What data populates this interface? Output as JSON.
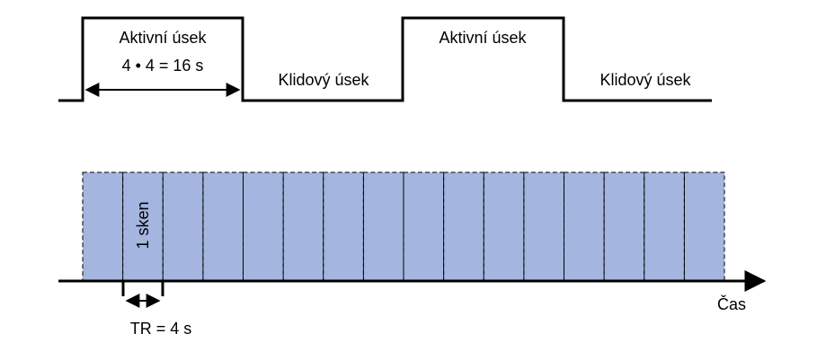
{
  "colors": {
    "scan_fill": "#a4b6e0",
    "line": "#000000",
    "background": "#ffffff"
  },
  "block_design": {
    "segments": [
      {
        "label": "Aktivní úsek",
        "sublabel": "4 • 4 = 16 s"
      },
      {
        "label": "Klidový úsek"
      },
      {
        "label": "Aktivní úsek"
      },
      {
        "label": "Klidový úsek"
      }
    ]
  },
  "scans": {
    "count": 16,
    "scan_label": "1 sken",
    "tr_label": "TR = 4 s"
  },
  "axis": {
    "label": "Čas"
  }
}
